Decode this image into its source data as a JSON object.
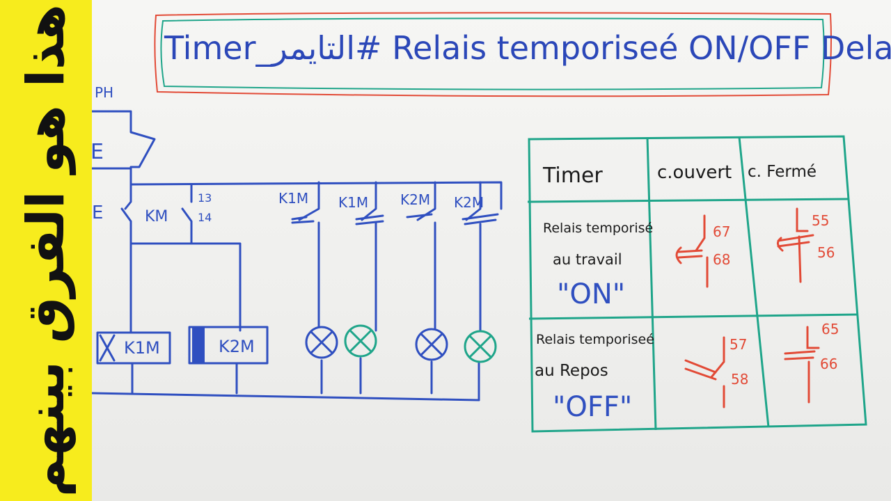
{
  "banner": {
    "text": "هذا هو الفرق بينهم"
  },
  "title": {
    "text": "Timer_التايمر# Relais temporiseé ON/OFF Delay"
  },
  "circuit": {
    "ph_label": "PH",
    "e_label": "E",
    "e2_label": "E",
    "km_contact_label": "KM",
    "contact_13": "13",
    "contact_14": "14",
    "k1m_contact_a": "K1M",
    "k1m_contact_b": "K1M",
    "k2m_contact_a": "K2M",
    "k2m_contact_b": "K2M",
    "coil_k1m": "K1M",
    "coil_k2m": "K2M"
  },
  "table": {
    "headers": [
      "Timer",
      "c.ouvert",
      "c. Fermé"
    ],
    "row_on": {
      "line1": "Relais temporisé",
      "line2": "au travail",
      "mode": "\"ON\""
    },
    "row_off": {
      "line1": "Relais temporiseé",
      "line2": "au Repos",
      "mode": "\"OFF\""
    },
    "on_no": [
      "67",
      "68"
    ],
    "on_nc": [
      "55",
      "56"
    ],
    "off_no": [
      "57",
      "58"
    ],
    "off_nc": [
      "65",
      "66"
    ]
  },
  "colors": {
    "banner": "#f7ec1d",
    "ink_blue": "#2f4fc0",
    "ink_red": "#e24a36",
    "ink_green": "#1fa58a"
  }
}
